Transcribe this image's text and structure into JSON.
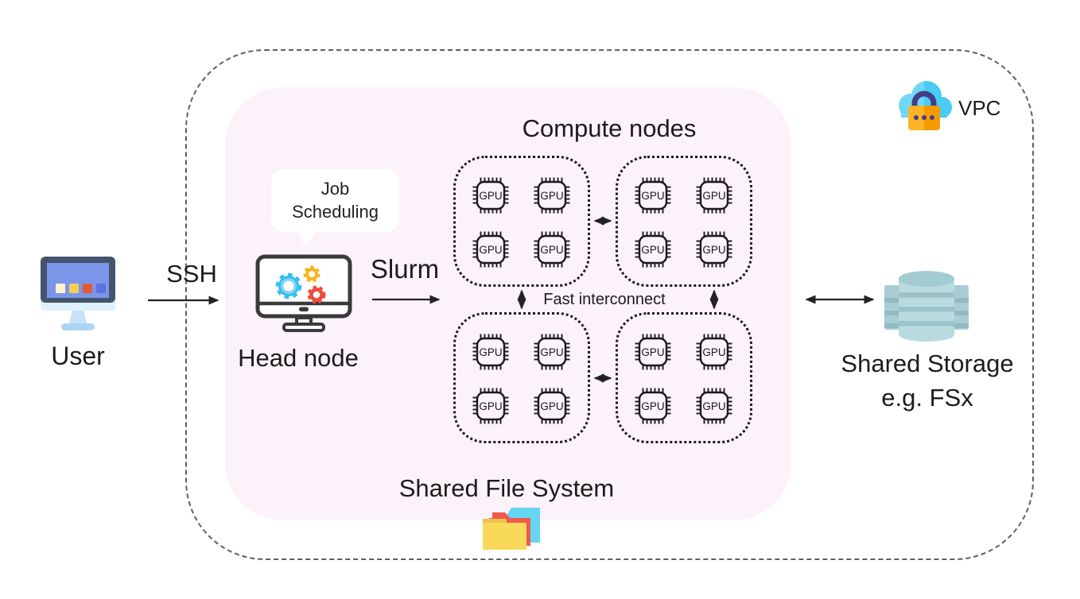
{
  "diagram": {
    "user": {
      "label": "User"
    },
    "ssh": {
      "label": "SSH"
    },
    "head_node": {
      "label": "Head node",
      "bubble_text": "Job Scheduling"
    },
    "slurm": {
      "label": "Slurm"
    },
    "compute": {
      "title": "Compute nodes",
      "gpu_label": "GPU",
      "node_count": 4,
      "gpus_per_node": 4,
      "interconnect_label": "Fast interconnect"
    },
    "shared_file_system": {
      "label": "Shared File System"
    },
    "vpc": {
      "label": "VPC"
    },
    "storage": {
      "label_line1": "Shared Storage",
      "label_line2": "e.g. FSx"
    }
  },
  "colors": {
    "region_background": "#fbf2fa",
    "vpc_dashed_border": "#5f5f5f",
    "node_dotted_border": "#1a1a1a",
    "arrow": "#222222",
    "user_monitor_frame": "#45546e",
    "user_monitor_screen": "#7b96e8",
    "user_monitor_squares": [
      "#fdf3d4",
      "#f7cf4f",
      "#e25a39",
      "#5b74dd"
    ],
    "gear_cyan": "#35bdf0",
    "gear_yellow": "#f7b41c",
    "gear_red": "#ee4b3e",
    "cloud_light": "#70d8f6",
    "cloud_dark": "#49cbf3",
    "lock_body": "#ffb424",
    "lock_shackle": "#433e88",
    "storage_body": "#b9dbe0",
    "folder_yellow": "#f8d95a",
    "folder_red": "#ee5a4b",
    "folder_cyan": "#66d5f3"
  }
}
